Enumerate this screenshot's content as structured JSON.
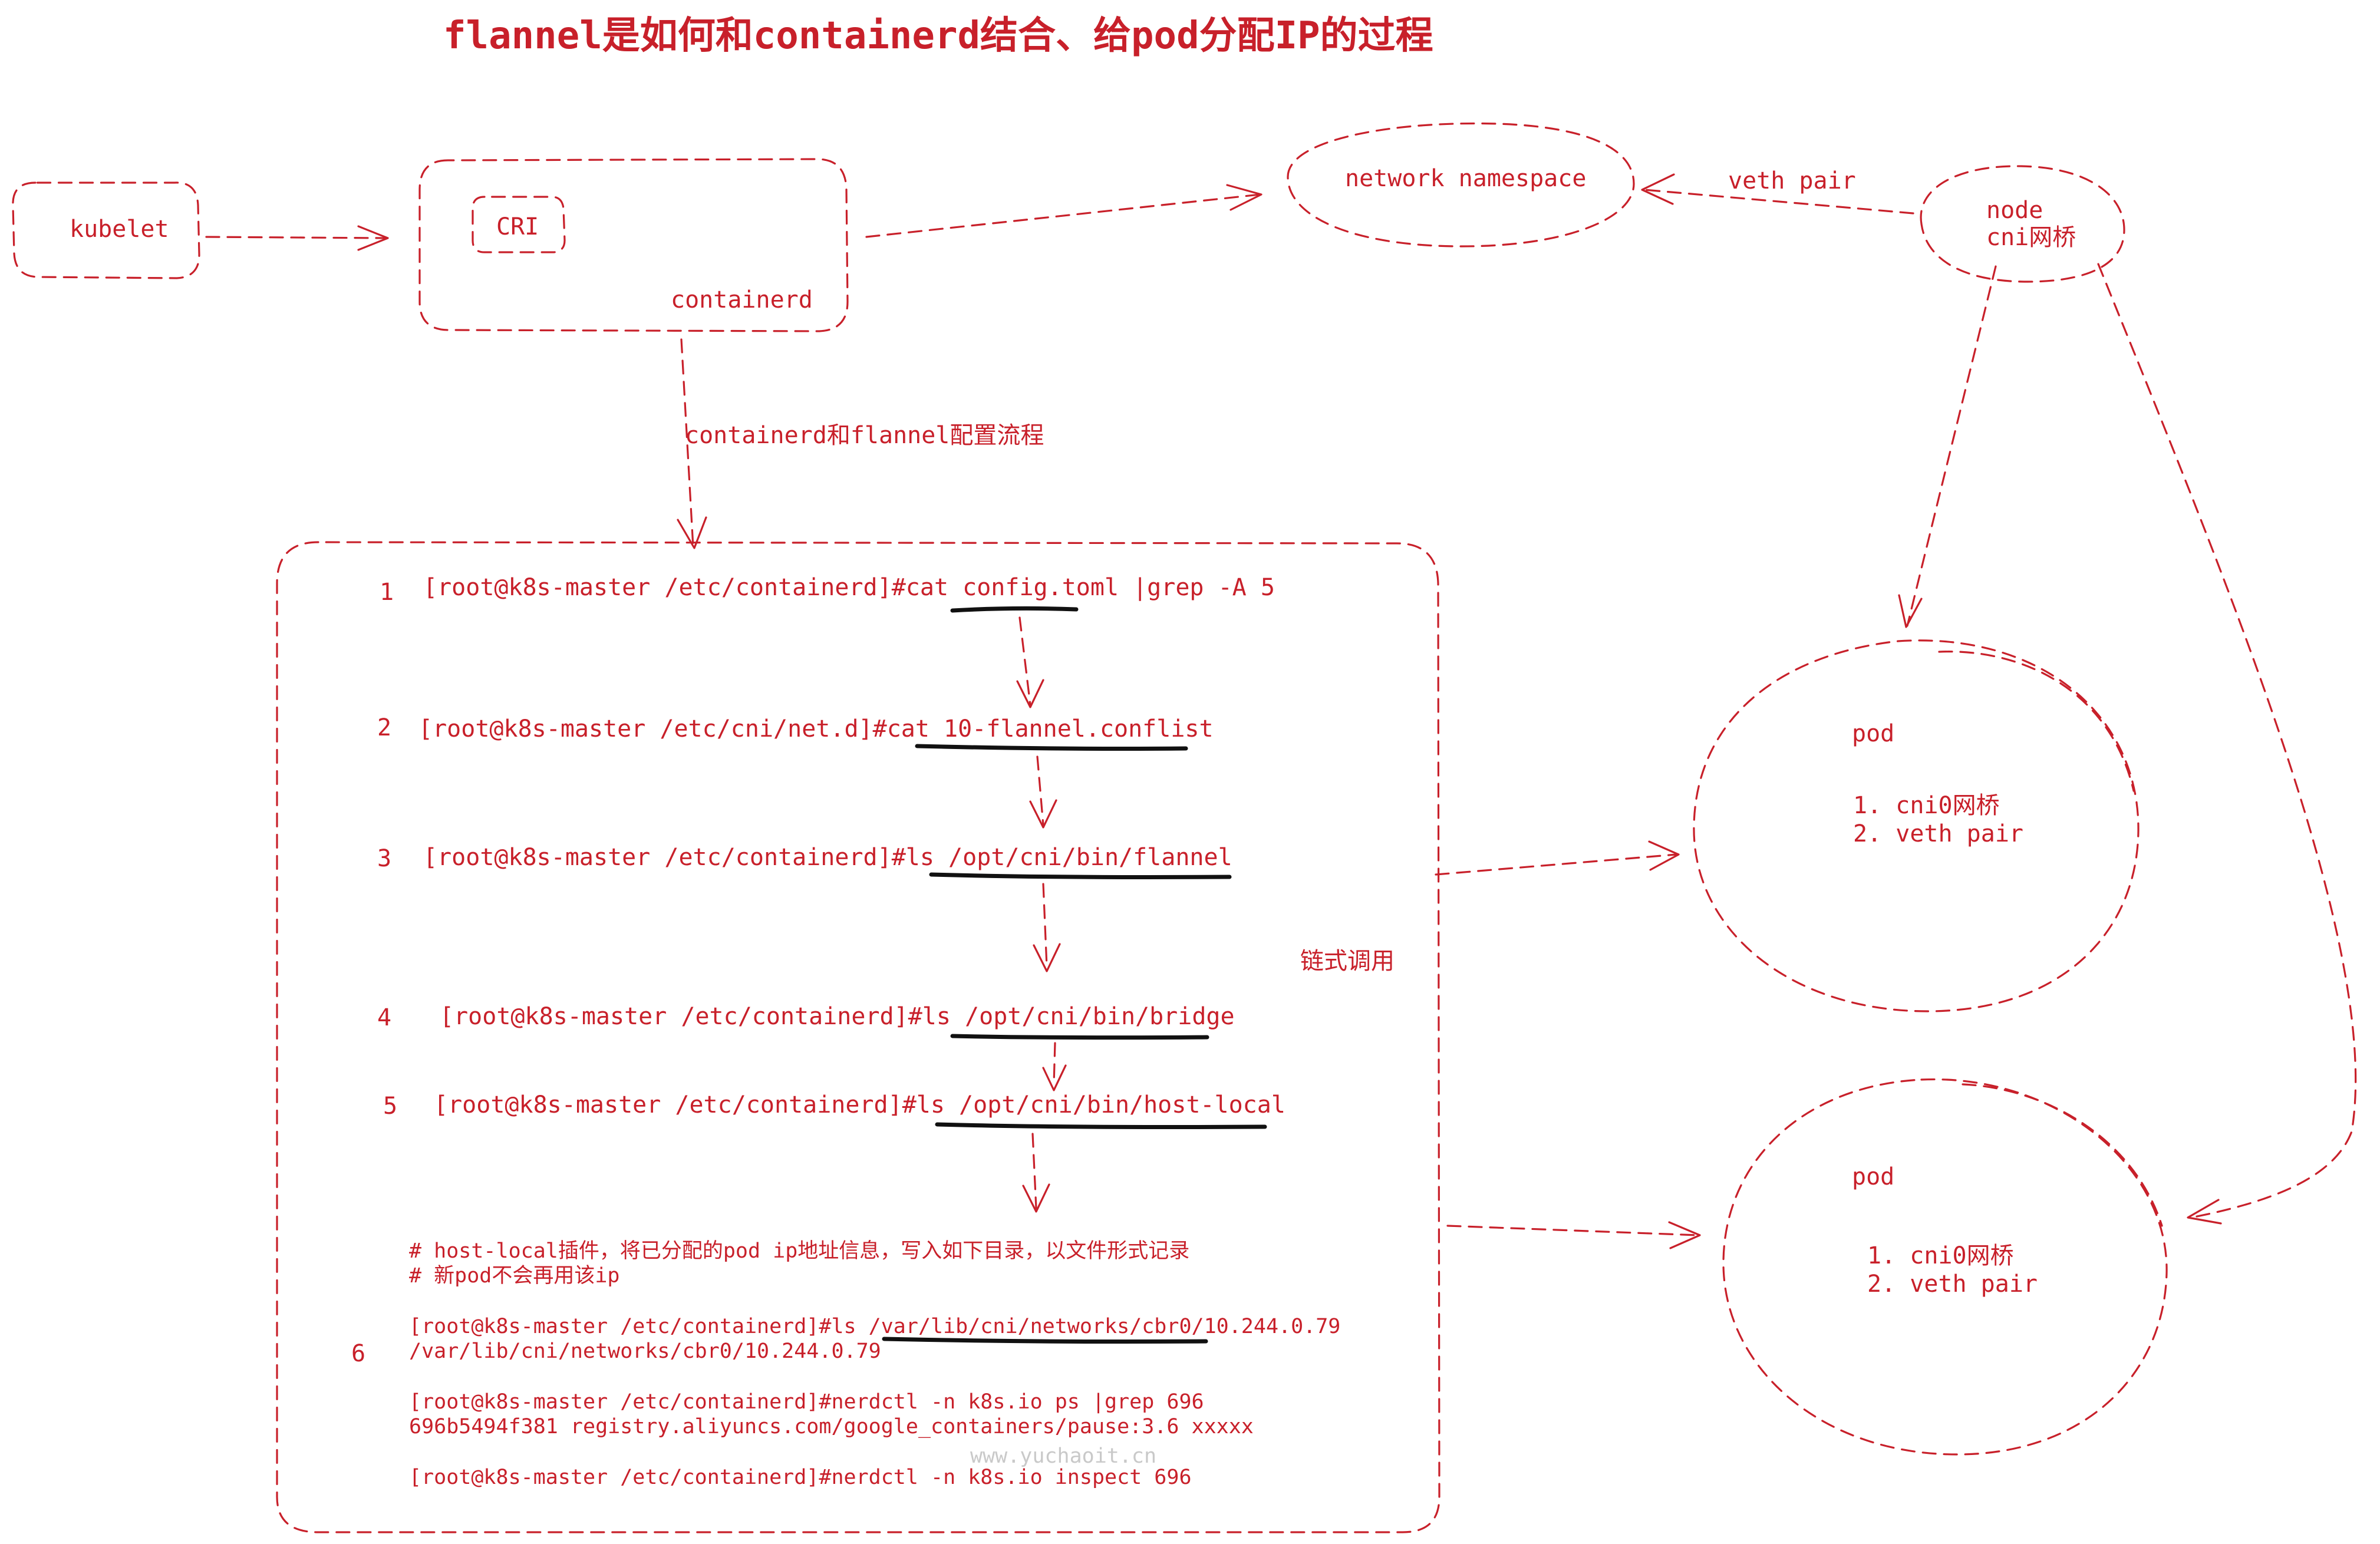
{
  "title": "flannel是如何和containerd结合、给pod分配IP的过程",
  "colors": {
    "accent": "#c8202a",
    "underline": "#111111",
    "watermark": "#c9c9c9",
    "background": "#ffffff"
  },
  "nodes": {
    "kubelet": "kubelet",
    "cri": "CRI",
    "containerd": "containerd",
    "netns": "network namespace",
    "veth_pair": "veth pair",
    "node_line1": "node",
    "node_line2": "cni网桥",
    "config_flow_label": "containerd和flannel配置流程",
    "chain_label": "链式调用"
  },
  "steps": [
    {
      "num": "1",
      "cmd": "[root@k8s-master /etc/containerd]#cat config.toml |grep -A 5"
    },
    {
      "num": "2",
      "cmd": "[root@k8s-master /etc/cni/net.d]#cat 10-flannel.conflist"
    },
    {
      "num": "3",
      "cmd": "[root@k8s-master /etc/containerd]#ls /opt/cni/bin/flannel"
    },
    {
      "num": "4",
      "cmd": "[root@k8s-master /etc/containerd]#ls /opt/cni/bin/bridge"
    },
    {
      "num": "5",
      "cmd": "[root@k8s-master /etc/containerd]#ls /opt/cni/bin/host-local"
    }
  ],
  "step6": {
    "num": "6",
    "comment1": "# host-local插件，将已分配的pod ip地址信息，写入如下目录，以文件形式记录",
    "comment2": "# 新pod不会再用该ip",
    "cmd1": "[root@k8s-master /etc/containerd]#ls  /var/lib/cni/networks/cbr0/10.244.0.79",
    "out1": "/var/lib/cni/networks/cbr0/10.244.0.79",
    "cmd2": "[root@k8s-master /etc/containerd]#nerdctl -n k8s.io ps |grep 696",
    "out2": "696b5494f381    registry.aliyuncs.com/google_containers/pause:3.6    xxxxx",
    "cmd3": "[root@k8s-master /etc/containerd]#nerdctl -n k8s.io inspect 696"
  },
  "pods": [
    {
      "title": "pod",
      "item1": "1. cni0网桥",
      "item2": "2. veth pair"
    },
    {
      "title": "pod",
      "item1": "1. cni0网桥",
      "item2": "2. veth pair"
    }
  ],
  "watermark": "www.yuchaoit.cn"
}
